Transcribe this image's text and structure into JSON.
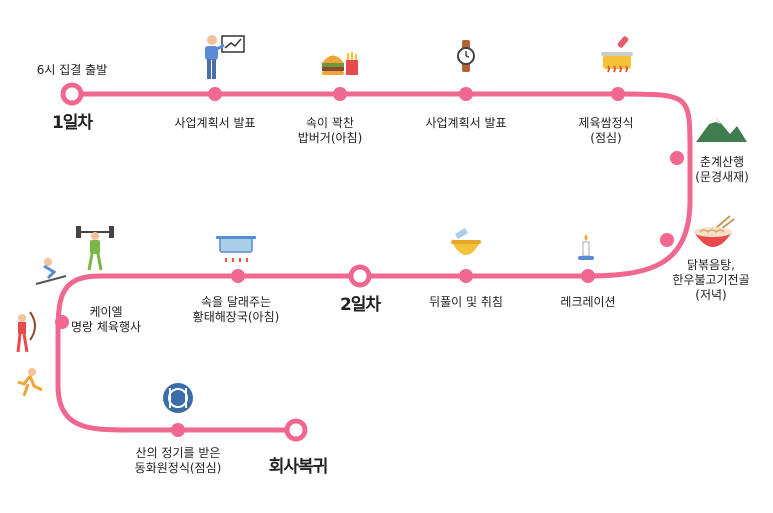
{
  "route": {
    "line_color": "#f0688f",
    "start": {
      "label": "6시 집결 출발",
      "day": "1일차"
    },
    "day2": "2일차",
    "end": "회사복귀",
    "stops": [
      {
        "lines": [
          "사업계획서 발표"
        ],
        "icon": "presentation-icon"
      },
      {
        "lines": [
          "속이 꽉찬",
          "밥버거(아침)"
        ],
        "icon": "burger-icon"
      },
      {
        "lines": [
          "사업계획서 발표"
        ],
        "icon": "watch-icon"
      },
      {
        "lines": [
          "제육쌈정식",
          "(점심)"
        ],
        "icon": "cooking-pot-icon"
      },
      {
        "lines": [
          "춘계산행",
          "(문경새재)"
        ],
        "icon": "mountain-icon"
      },
      {
        "lines": [
          "닭볶음탕,",
          "한우불고기전골",
          "(저녁)"
        ],
        "icon": "noodle-bowl-icon"
      },
      {
        "lines": [
          "레크레이션"
        ],
        "icon": "candle-icon"
      },
      {
        "lines": [
          "뒤풀이 및 취침"
        ],
        "icon": "bowl-icon"
      },
      {
        "lines": [
          "속을 달래주는",
          "황태해장국(아침)"
        ],
        "icon": "soup-pot-icon"
      },
      {
        "lines": [
          "케이엘",
          "명랑 체육행사"
        ],
        "icon": "sports-icon"
      },
      {
        "lines": [
          "산의 정기를 받은",
          "동화원정식(점심)"
        ],
        "icon": "dining-icon"
      }
    ]
  }
}
